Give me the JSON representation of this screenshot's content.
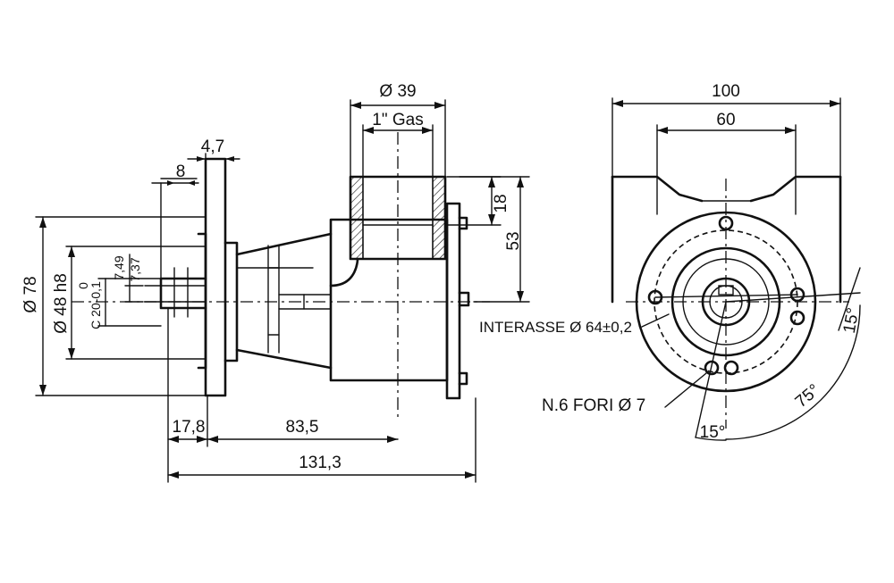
{
  "dimensions": {
    "d_outer": "Ø 39",
    "gas": "1\" Gas",
    "d7": "4,7",
    "d8": "8",
    "d18": "18",
    "d53": "53",
    "d78": "Ø 78",
    "d48": "Ø 48 h8",
    "c20": "C 20-0,1",
    "c20b": "0",
    "tol1": "7,49",
    "tol2": "7,37",
    "d178": "17,8",
    "d835": "83,5",
    "d1313": "131,3",
    "d100": "100",
    "d60": "60",
    "ang15a": "15°",
    "ang15b": "15°",
    "ang75": "75°"
  },
  "notes": {
    "interasse": "INTERASSE Ø 64±0,2",
    "fori": "N.6 FORI Ø 7"
  }
}
